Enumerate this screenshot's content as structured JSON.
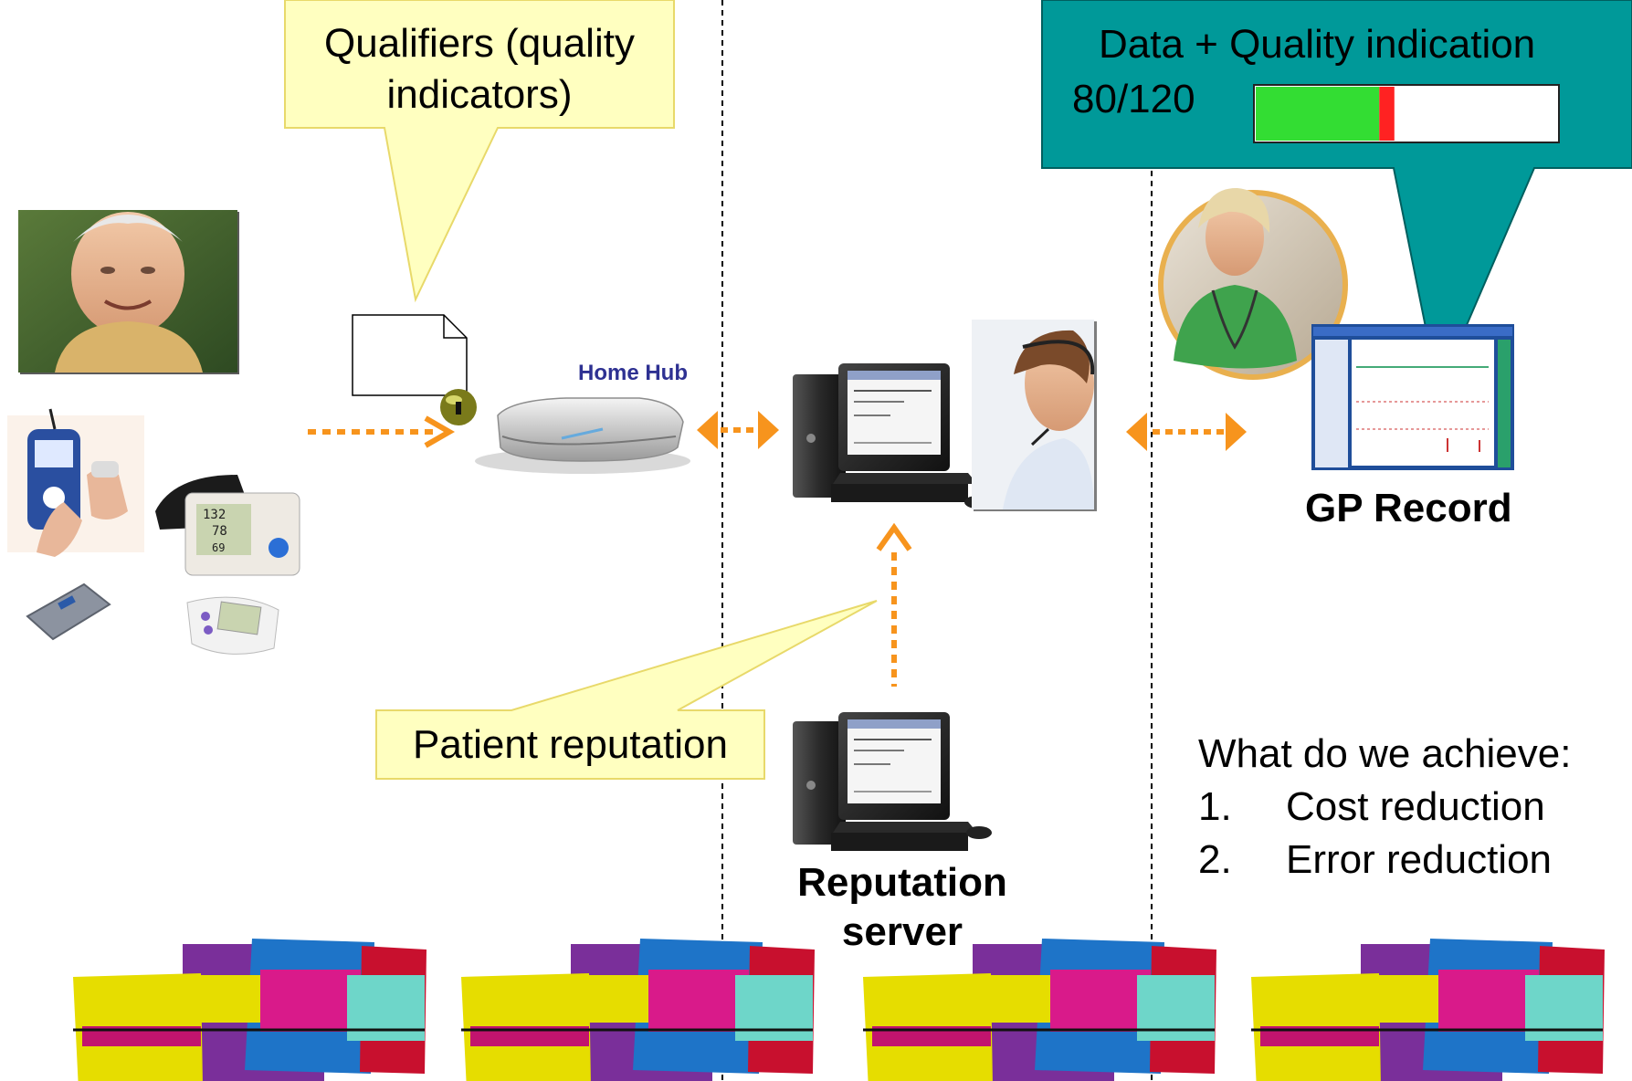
{
  "callouts": {
    "qualifiers": "Qualifiers (quality\nindicators)",
    "patient_reputation": "Patient reputation",
    "data_quality_title": "Data + Quality indication",
    "data_quality_value": "80/120"
  },
  "quality_bar": {
    "good_fraction": 0.41,
    "warn_fraction": 0.05
  },
  "labels": {
    "home_hub": "Home Hub",
    "gp_record": "GP Record",
    "reputation_server": "Reputation\nserver"
  },
  "achievements": {
    "heading": "What do we achieve:",
    "items": [
      {
        "num": "1.",
        "text": "Cost reduction"
      },
      {
        "num": "2.",
        "text": "Error reduction"
      }
    ]
  },
  "colors": {
    "callout_fill": "#FFFFC0",
    "teal_callout": "#009999",
    "arrow_orange": "#F7941D",
    "bar_green": "#33DD33",
    "bar_red": "#FF2222",
    "home_hub_label": "#2E3192"
  }
}
